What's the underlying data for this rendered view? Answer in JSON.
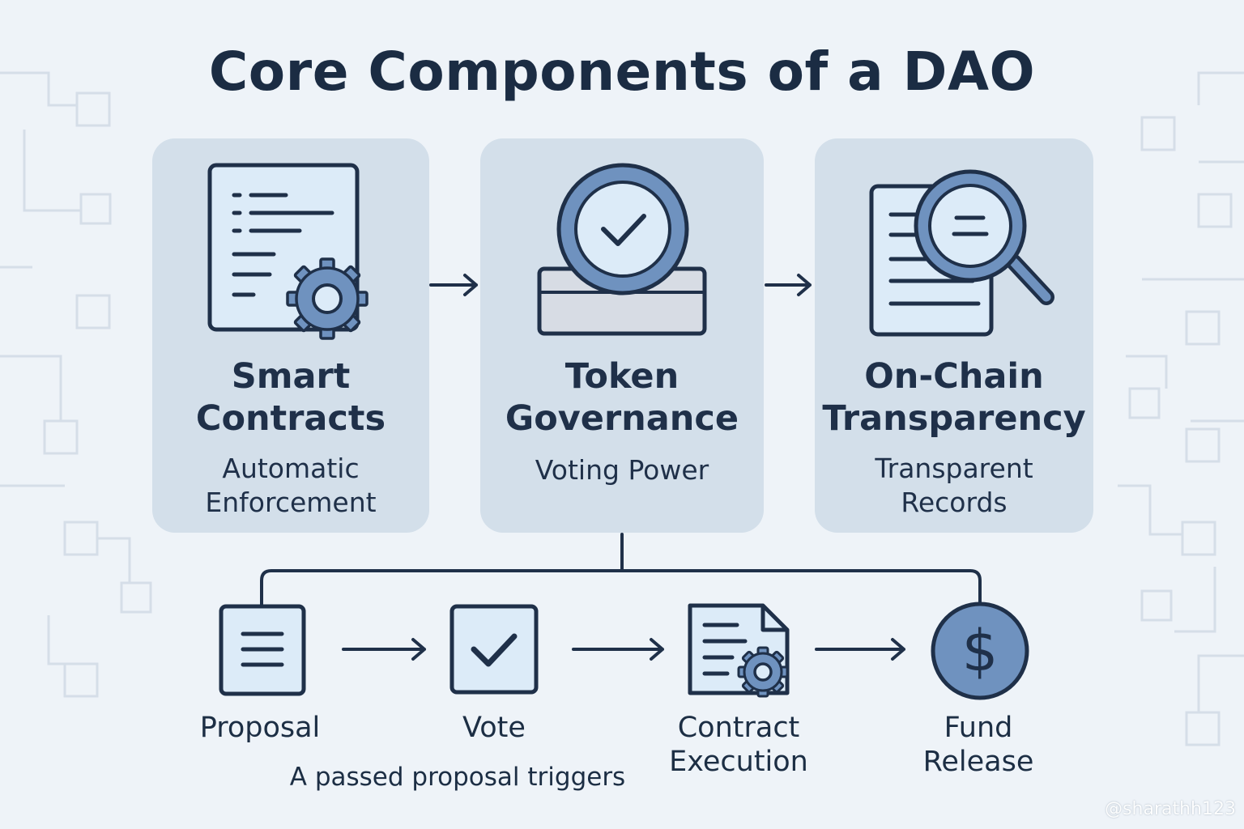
{
  "title": "Core Components of a DAO",
  "components": [
    {
      "title_line1": "Smart",
      "title_line2": "Contracts",
      "sub_line1": "Automatic",
      "sub_line2": "Enforcement",
      "icon": "contract-gear-icon"
    },
    {
      "title_line1": "Token",
      "title_line2": "Governance",
      "sub_line1": "Voting Power",
      "sub_line2": "",
      "icon": "token-ballot-icon"
    },
    {
      "title_line1": "On-Chain",
      "title_line2": "Transparency",
      "sub_line1": "Transparent",
      "sub_line2": "Records",
      "icon": "document-magnifier-icon"
    }
  ],
  "flow": {
    "steps": [
      {
        "line1": "Proposal",
        "line2": "",
        "icon": "proposal-document-icon"
      },
      {
        "line1": "Vote",
        "line2": "",
        "icon": "vote-check-icon"
      },
      {
        "line1": "Contract",
        "line2": "Execution",
        "icon": "contract-execution-icon"
      },
      {
        "line1": "Fund",
        "line2": "Release",
        "icon": "dollar-coin-icon"
      }
    ],
    "caption": "A passed proposal triggers"
  },
  "watermark": "@sharathh123",
  "colors": {
    "background": "#eef3f8",
    "card": "#d3dfea",
    "icon_fill": "#dcebf8",
    "icon_accent": "#6f92bf",
    "stroke": "#1f3049"
  }
}
